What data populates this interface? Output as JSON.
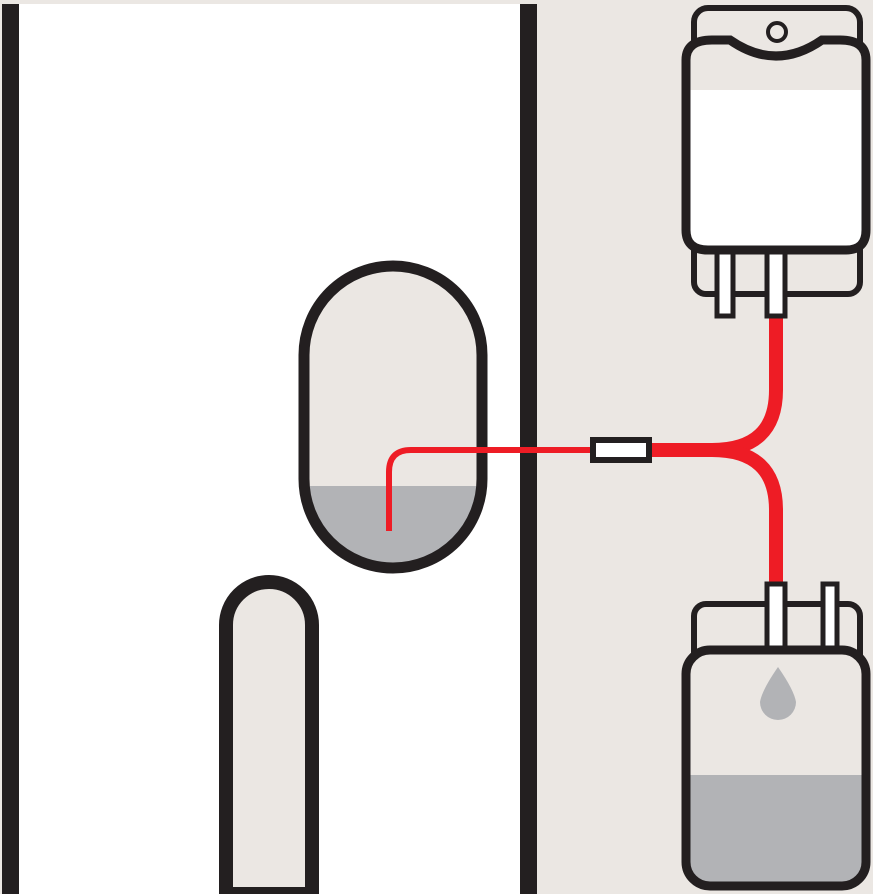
{
  "diagram": {
    "kind": "dialysis-illustration",
    "description_text": "",
    "colors": {
      "background": "#ebe7e3",
      "outline": "#231f20",
      "tube": "#ee1c25",
      "fluid": "#b2b3b6",
      "panel": "#ffffff"
    },
    "elements": {
      "body_panel": "body-panel",
      "peritoneal_cavity": "peritoneal-cavity",
      "cavity_fluid": "cavity-fluid",
      "catheter": "catheter-tube",
      "connector": "tube-connector",
      "y_junction": "y-junction",
      "supply_bag": "dialysate-supply-bag",
      "drain_bag": "drain-bag",
      "drop": "fluid-drop-icon",
      "leg": "body-limb"
    }
  }
}
